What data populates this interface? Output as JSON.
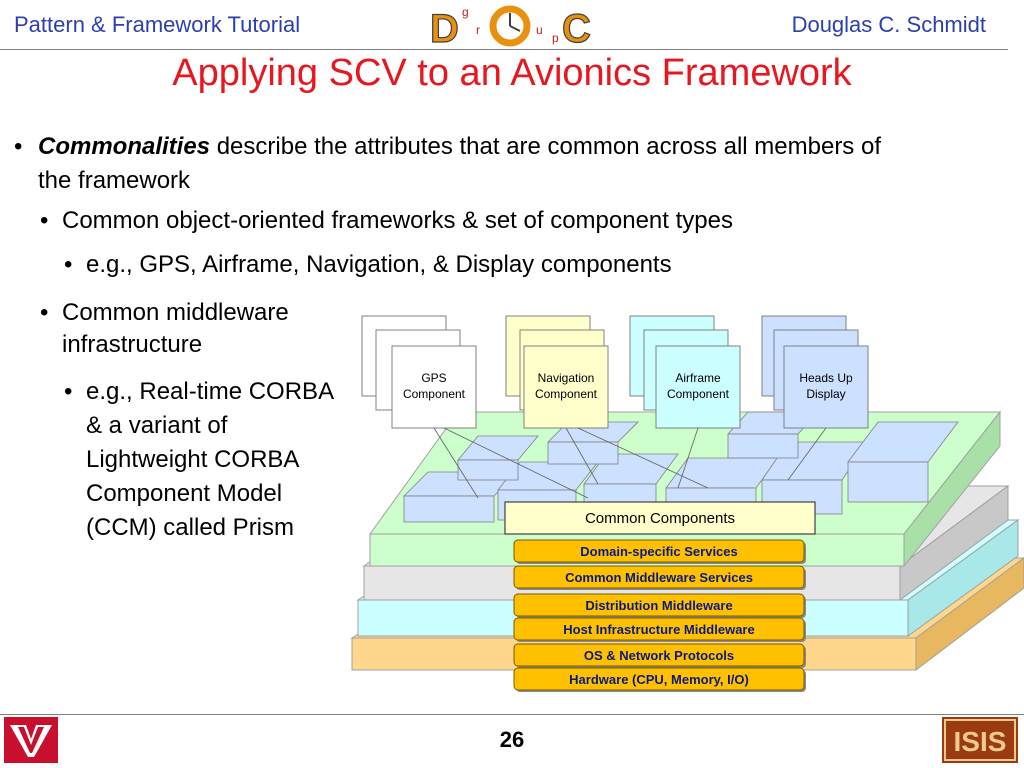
{
  "header": {
    "left_title": "Pattern & Framework Tutorial",
    "author": "Douglas C. Schmidt",
    "logo_letters": [
      "D",
      "r",
      "O",
      "u",
      "C"
    ],
    "logo_small": [
      "g",
      "r",
      "u",
      "p"
    ]
  },
  "slide": {
    "title": "Applying SCV to an Avionics Framework",
    "bullets": {
      "b1_em": "Commonalities",
      "b1_rest": " describe the attributes that are common across all members of the framework",
      "b2": "Common object-oriented frameworks & set of component types",
      "b3": "e.g., GPS, Airframe, Navigation, & Display components",
      "b4": "Common middleware infrastructure",
      "b5": "e.g., Real-time CORBA & a variant of Lightweight CORBA Component Model (CCM) called Prism"
    },
    "bullet_glyph": "•"
  },
  "diagram": {
    "components": [
      {
        "line1": "GPS",
        "line2": "Component",
        "color": "#ffffff"
      },
      {
        "line1": "Navigation",
        "line2": "Component",
        "color": "#ffffcc"
      },
      {
        "line1": "Airframe",
        "line2": "Component",
        "color": "#ccffff"
      },
      {
        "line1": "Heads Up",
        "line2": "Display",
        "color": "#cce0ff"
      }
    ],
    "common_components": "Common Components",
    "layers": [
      "Domain-specific Services",
      "Common Middleware Services",
      "Distribution Middleware",
      "Host Infrastructure Middleware",
      "OS & Network Protocols",
      "Hardware (CPU, Memory, I/O)"
    ],
    "colors": {
      "layer_gold": "#ffc000",
      "layer_text": "#0a1a80",
      "slab_green": "#ccffcc",
      "slab_gray": "#e6e6e6",
      "slab_cyan": "#ccffff",
      "slab_orange": "#ffd78c",
      "block_blue": "#cce0ff"
    }
  },
  "footer": {
    "page_number": "26"
  },
  "theme": {
    "title_color": "#e8161e",
    "header_color": "#2b3fae"
  }
}
